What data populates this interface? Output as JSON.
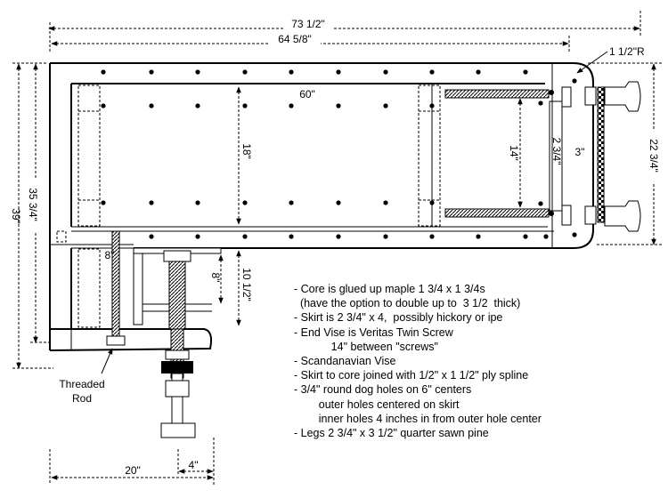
{
  "dimensions": {
    "overall_length": "73 1/2\"",
    "skirt_length": "64 5/8\"",
    "corner_radius": "1 1/2\"R",
    "top_width_outer": "39\"",
    "top_width_inner": "35 3/4\"",
    "top_span": "60\"",
    "inner_depth": "18\"",
    "screw_spacing": "14\"",
    "endcap_width": "2 3/4\"",
    "endcap_depth": "3\"",
    "end_vise_width": "22 3/4\"",
    "front_vise_small": "8\"",
    "front_vise_travel": "8\"",
    "front_vise_depth": "10 1/2\"",
    "bottom_length": "20\"",
    "bottom_short": "4\""
  },
  "labels": {
    "threaded_rod_line1": "Threaded",
    "threaded_rod_line2": "Rod"
  },
  "notes": [
    "- Core is glued up maple 1 3/4 x 1 3/4s",
    "  (have the option to double up to  3 1/2  thick)",
    "- Skirt is 2 3/4\" x 4,  possibly hickory or ipe",
    "- End Vise is Veritas Twin Screw",
    "            14\" between \"screws\"",
    "- Scandanavian Vise",
    "- Skirt to core joined with 1/2\" x 1 1/2\" ply spline",
    "- 3/4\" round dog holes on 6\" centers",
    "        outer holes centered on skirt",
    "        inner holes 4 inches in from outer hole center",
    "- Legs 2 3/4\" x 3 1/2\" quarter sawn pine"
  ]
}
